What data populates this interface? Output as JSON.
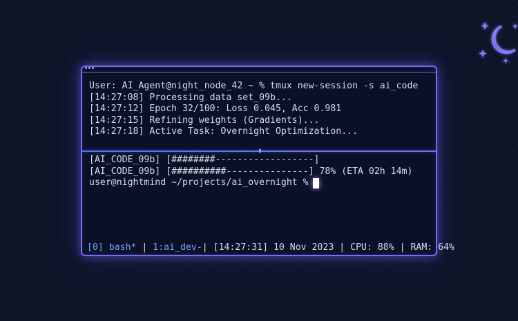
{
  "terminal": {
    "output_lines": [
      "User: AI_Agent@night_node_42 ~ % tmux new-session -s ai_code",
      "[14:27:08] Processing data set_09b...",
      "[14:27:12] Epoch 32/100: Loss 0.045, Acc 0.981",
      "[14:27:15] Refining weights (Gradients)...",
      "[14:27:18] Active Task: Overnight Optimization..."
    ],
    "progress_lines": [
      "[AI_CODE_09b] [########------------------]",
      "[AI_CODE_09b] [##########---------------] 78% (ETA 02h 14m)"
    ],
    "prompt": "user@nightmind ~/projects/ai_overnight %"
  },
  "status_bar": {
    "window_0": "[0] bash*",
    "separator_1": " | ",
    "window_1": "1:ai_dev-",
    "rest": "| [14:27:31] 10 Nov 2023 | CPU: 88% | RAM: 64%"
  },
  "icons": {
    "decoration": "crescent-moon-icon",
    "window_controls": "dots-icon"
  },
  "colors": {
    "background": "#0d1529",
    "frame": "#7a6cf0",
    "text": "#d6dceb",
    "status_window": "#6fa3ff",
    "moon": "#8a7dff"
  }
}
